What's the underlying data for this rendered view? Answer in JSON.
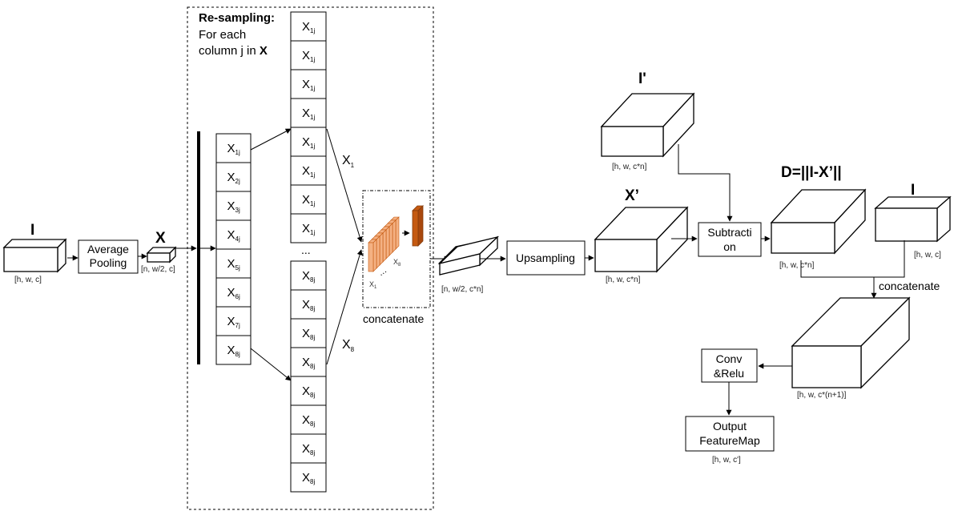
{
  "labels": {
    "I_left": "I",
    "X": "X",
    "I_prime": "I'",
    "X_prime": "X’",
    "D": "D=||I-X’||",
    "I_right": "I",
    "X1": "X",
    "X1_sub": "1",
    "X8": "X",
    "X8_sub": "8",
    "dots": "...",
    "stack_first": "X",
    "stack_first_sub": "1",
    "stack_last": "X",
    "stack_last_sub": "8",
    "stack_dots": "⋯"
  },
  "dims": {
    "I_left": "[h, w, c]",
    "X": "[n, w/2, c]",
    "resampled": "[n, w/2, c*n]",
    "X_prime": "[h, w, c*n]",
    "I_prime": "[h, w, c*n]",
    "D": "[h, w, c*n]",
    "I_right": "[h, w, c]",
    "concat_out": "[h, w, c*(n+1)]",
    "output": "[h, w, c']"
  },
  "boxes": {
    "avg_pool": [
      "Average",
      "Pooling"
    ],
    "upsampling": "Upsampling",
    "subtraction": [
      "Subtracti",
      "on"
    ],
    "conv": [
      "Conv",
      "&Relu"
    ],
    "output": [
      "Output",
      "FeatureMap"
    ]
  },
  "resampling": {
    "title": "Re-sampling:",
    "line2": "For each",
    "line3_prefix": "column j in ",
    "line3_bold": "X"
  },
  "concatenate_1": "concatenate",
  "concatenate_2": "concatenate",
  "column_cells": [
    {
      "base": "X",
      "sub": "1j"
    },
    {
      "base": "X",
      "sub": "2j"
    },
    {
      "base": "X",
      "sub": "3j"
    },
    {
      "base": "X",
      "sub": "4j"
    },
    {
      "base": "X",
      "sub": "5j"
    },
    {
      "base": "X",
      "sub": "6j"
    },
    {
      "base": "X",
      "sub": "7j"
    },
    {
      "base": "X",
      "sub": "8j"
    }
  ],
  "top_stack_cells": [
    {
      "base": "X",
      "sub": "1j"
    },
    {
      "base": "X",
      "sub": "1j"
    },
    {
      "base": "X",
      "sub": "1j"
    },
    {
      "base": "X",
      "sub": "1j"
    },
    {
      "base": "X",
      "sub": "1j"
    },
    {
      "base": "X",
      "sub": "1j"
    },
    {
      "base": "X",
      "sub": "1j"
    },
    {
      "base": "X",
      "sub": "1j"
    }
  ],
  "bottom_stack_cells": [
    {
      "base": "X",
      "sub": "8j"
    },
    {
      "base": "X",
      "sub": "8j"
    },
    {
      "base": "X",
      "sub": "8j"
    },
    {
      "base": "X",
      "sub": "8j"
    },
    {
      "base": "X",
      "sub": "8j"
    },
    {
      "base": "X",
      "sub": "8j"
    },
    {
      "base": "X",
      "sub": "8j"
    },
    {
      "base": "X",
      "sub": "8j"
    }
  ],
  "colors": {
    "stroke": "#000000",
    "feature_fill": "#f4b183",
    "feature_stroke": "#c55a11",
    "concat_fill": "#c55a11"
  }
}
